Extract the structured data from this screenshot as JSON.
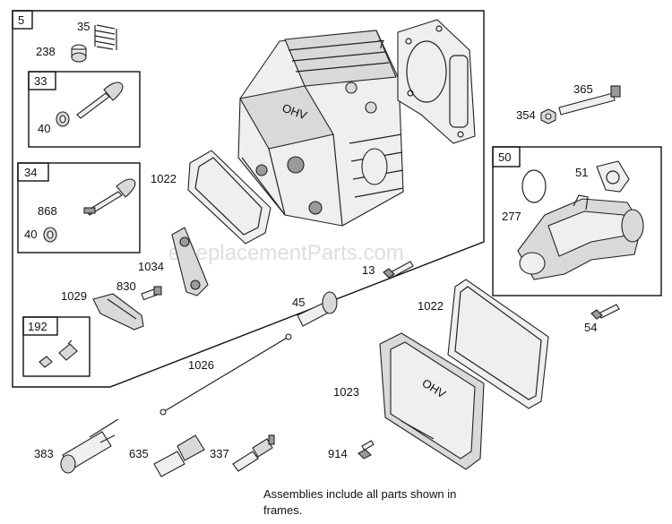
{
  "frames": {
    "head_assembly": "5",
    "intake_valve": "33",
    "exhaust_valve": "34",
    "rocker_adjuster": "192",
    "intake_elbow": "50"
  },
  "parts": {
    "p35": "35",
    "p238": "238",
    "p7": "7",
    "p40a": "40",
    "p868": "868",
    "p40b": "40",
    "p1022a": "1022",
    "p1034": "1034",
    "p1029": "1029",
    "p830": "830",
    "p365": "365",
    "p354": "354",
    "p51": "51",
    "p277": "277",
    "p13": "13",
    "p45": "45",
    "p1022b": "1022",
    "p54": "54",
    "p1026": "1026",
    "p1023": "1023",
    "p383": "383",
    "p635": "635",
    "p337": "337",
    "p914": "914"
  },
  "watermark": "eReplacementParts.com",
  "valve_cover_text": "OHV",
  "head_text": "OHV",
  "note": {
    "line1": "Assemblies include all parts shown in",
    "line2": "frames."
  }
}
